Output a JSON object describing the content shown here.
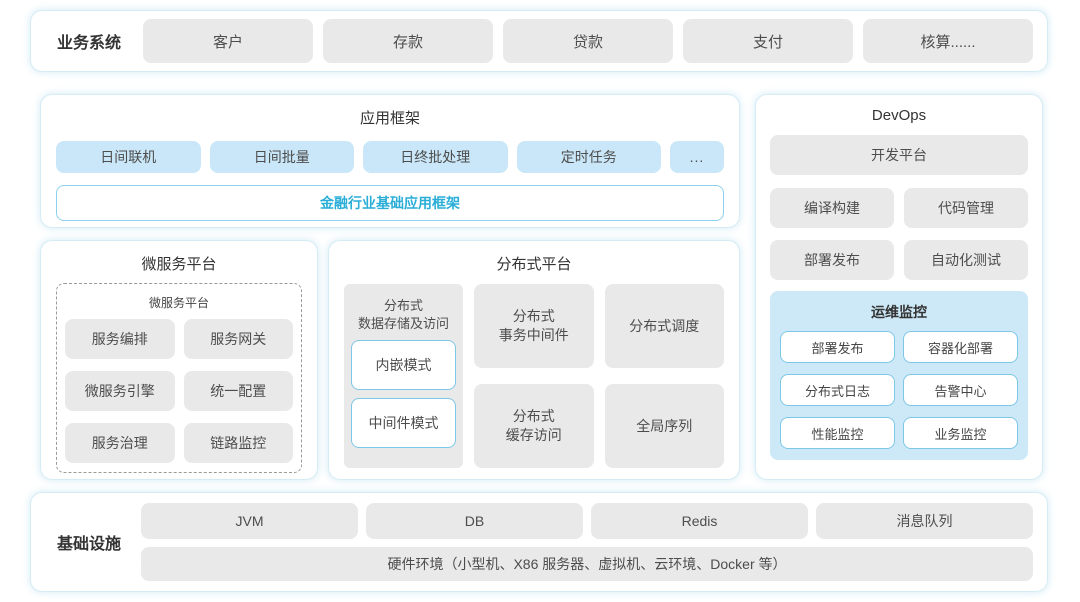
{
  "business_systems": {
    "label": "业务系统",
    "items": [
      "客户",
      "存款",
      "贷款",
      "支付",
      "核算......"
    ]
  },
  "app_framework": {
    "title": "应用框架",
    "items": [
      "日间联机",
      "日间批量",
      "日终批处理",
      "定时任务",
      "..."
    ],
    "base_framework": "金融行业基础应用框架"
  },
  "devops": {
    "title": "DevOps",
    "platform_label": "开发平台",
    "items": [
      "编译构建",
      "代码管理",
      "部署发布",
      "自动化测试"
    ],
    "monitoring": {
      "title": "运维监控",
      "items": [
        "部署发布",
        "容器化部署",
        "分布式日志",
        "告警中心",
        "性能监控",
        "业务监控"
      ]
    }
  },
  "microservice": {
    "title": "微服务平台",
    "inner_title": "微服务平台",
    "items": [
      "服务编排",
      "服务网关",
      "微服务引擎",
      "统一配置",
      "服务治理",
      "链路监控"
    ]
  },
  "distributed": {
    "title": "分布式平台",
    "storage": {
      "label": "分布式\n数据存储及访问",
      "modes": [
        "内嵌模式",
        "中间件模式"
      ]
    },
    "cells": [
      "分布式\n事务中间件",
      "分布式调度",
      "分布式\n缓存访问",
      "全局序列"
    ]
  },
  "infrastructure": {
    "label": "基础设施",
    "items": [
      "JVM",
      "DB",
      "Redis",
      "消息队列"
    ],
    "hardware": "硬件环境（小型机、X86 服务器、虚拟机、云环境、Docker 等）"
  },
  "colors": {
    "accent_text": "#2aaed8",
    "light_blue_fill": "#c9e7f8",
    "monitor_bg": "#cde9f8",
    "gray_fill": "#e9e9e9",
    "section_border": "#d6ecf4",
    "pill_border": "#7ec7e6"
  }
}
